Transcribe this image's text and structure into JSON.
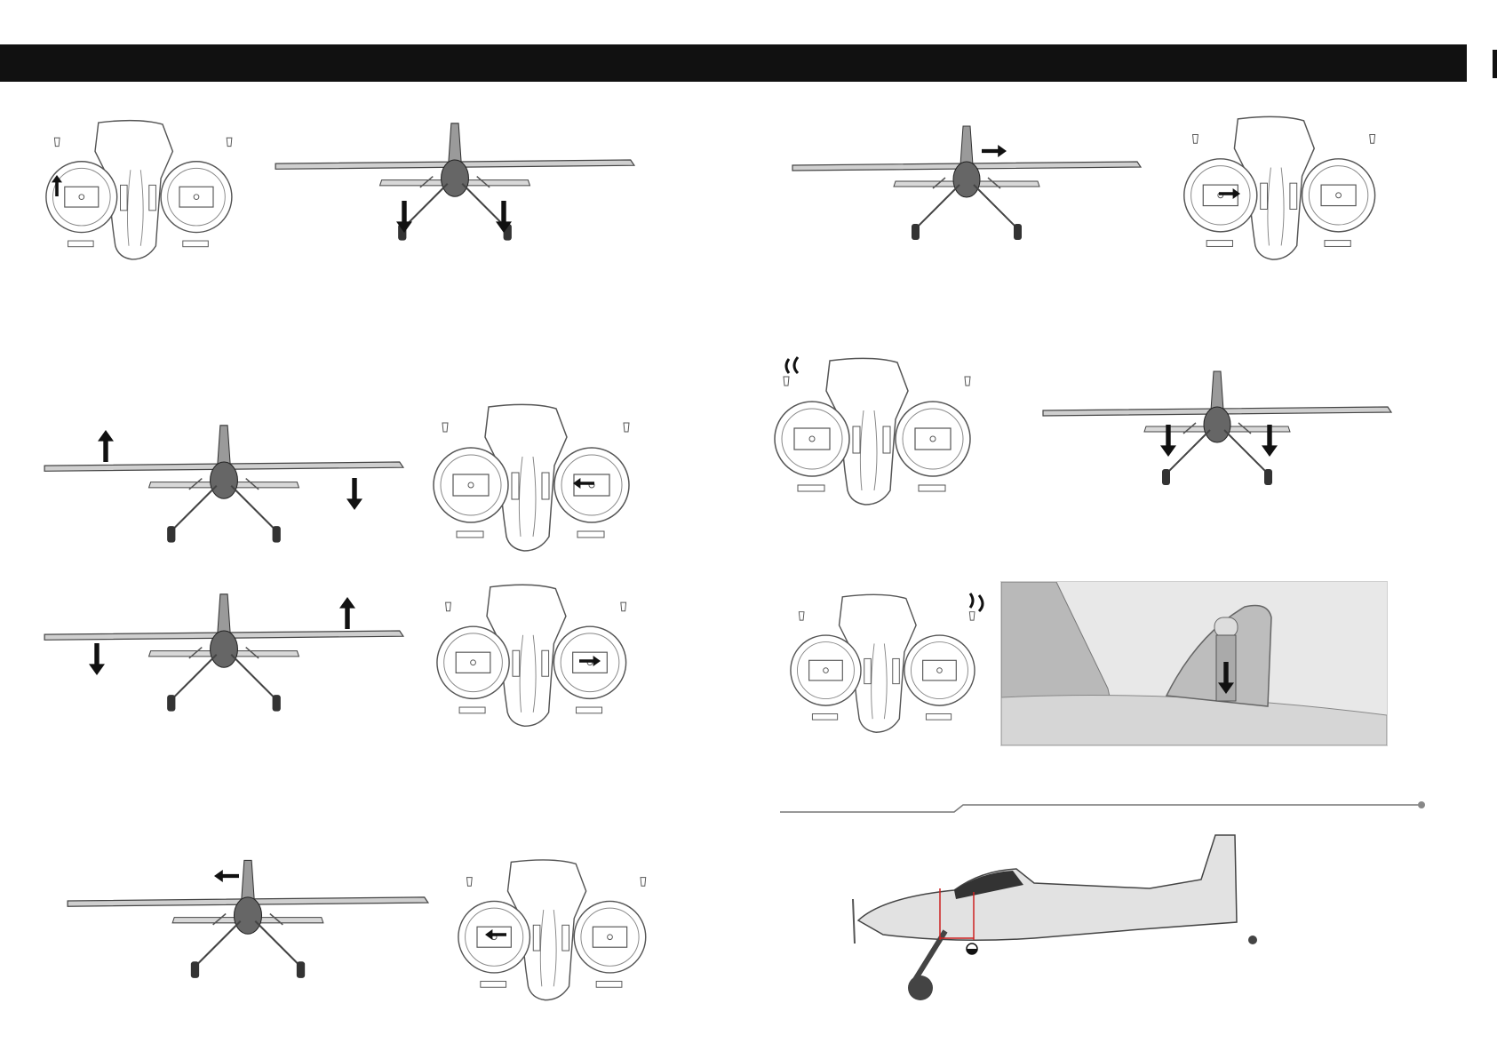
{
  "header": {
    "bar_color": "#111111"
  },
  "figures": [
    {
      "id": "tx-throttle",
      "icon": "transmitter-icon",
      "highlight": "left-stick-up"
    },
    {
      "id": "plane-elevator-down",
      "icon": "airplane-front-icon",
      "arrows": [
        "down",
        "down"
      ]
    },
    {
      "id": "plane-rudder-right",
      "icon": "airplane-front-icon",
      "arrows": [
        "right"
      ]
    },
    {
      "id": "tx-rudder-right",
      "icon": "transmitter-icon",
      "highlight": "left-stick-right"
    },
    {
      "id": "tx-flap-switch",
      "icon": "transmitter-icon",
      "highlight": "left-switch"
    },
    {
      "id": "plane-flaps-down",
      "icon": "airplane-front-icon",
      "arrows": [
        "down",
        "down"
      ]
    },
    {
      "id": "plane-aileron-left",
      "icon": "airplane-front-icon",
      "arrows": [
        "up",
        "down"
      ]
    },
    {
      "id": "tx-aileron-left",
      "icon": "transmitter-icon",
      "highlight": "right-stick-left"
    },
    {
      "id": "tx-right-switch",
      "icon": "transmitter-icon",
      "highlight": "right-switch"
    },
    {
      "id": "tail-hook-detail",
      "icon": "tail-hook-icon",
      "arrows": [
        "down"
      ]
    },
    {
      "id": "plane-aileron-right",
      "icon": "airplane-front-icon",
      "arrows": [
        "down",
        "up"
      ]
    },
    {
      "id": "tx-aileron-right",
      "icon": "transmitter-icon",
      "highlight": "right-stick-right"
    },
    {
      "id": "plane-cg",
      "icon": "airplane-side-icon",
      "marker": "cg-marker"
    },
    {
      "id": "plane-rudder-left",
      "icon": "airplane-front-icon",
      "arrows": [
        "left"
      ]
    },
    {
      "id": "tx-rudder-left",
      "icon": "transmitter-icon",
      "highlight": "left-stick-left"
    }
  ]
}
